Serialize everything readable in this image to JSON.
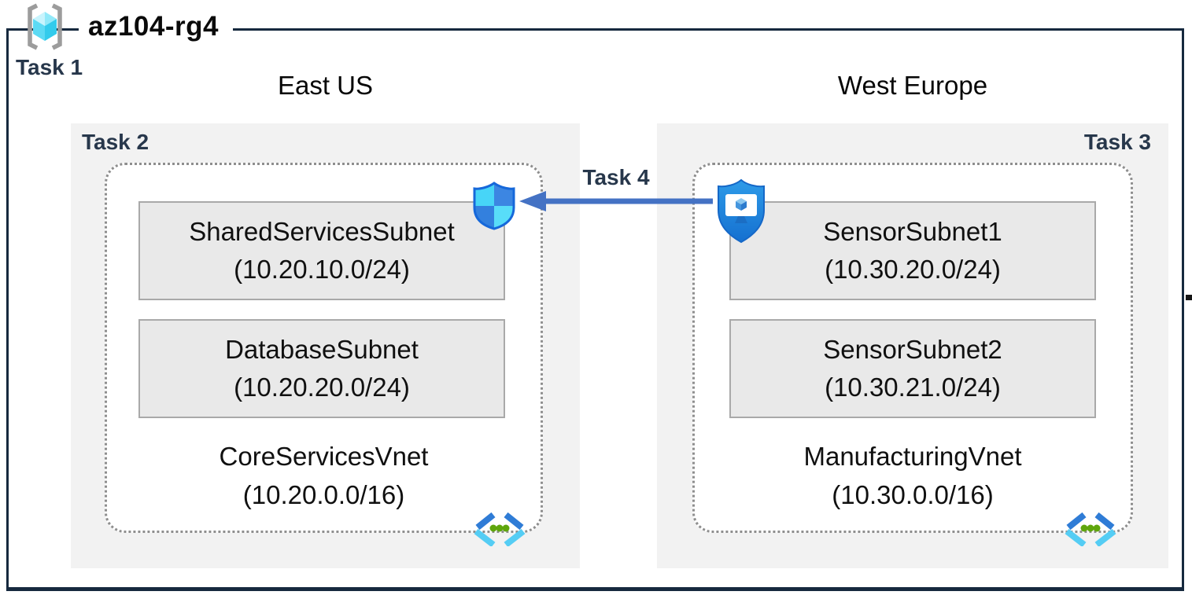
{
  "title": "az104-rg4",
  "task_labels": {
    "task1": "Task 1",
    "task2": "Task 2",
    "task3": "Task 3",
    "task4": "Task 4"
  },
  "regions": [
    {
      "name": "East US",
      "task": "Task 2",
      "vnet": {
        "name": "CoreServicesVnet",
        "cidr": "(10.20.0.0/16)",
        "subnets": [
          {
            "name": "SharedServicesSubnet",
            "cidr": "(10.20.10.0/24)"
          },
          {
            "name": "DatabaseSubnet",
            "cidr": "(10.20.20.0/24)"
          }
        ]
      }
    },
    {
      "name": "West Europe",
      "task": "Task 3",
      "vnet": {
        "name": "ManufacturingVnet",
        "cidr": "(10.30.0.0/16)",
        "subnets": [
          {
            "name": "SensorSubnet1",
            "cidr": "(10.30.20.0/24)"
          },
          {
            "name": "SensorSubnet2",
            "cidr": "(10.30.21.0/24)"
          }
        ]
      }
    }
  ],
  "icons": {
    "resource_group": "resource-group-icon",
    "defender_shield": "defender-shield-icon",
    "shield_monitor": "shield-monitor-icon",
    "vnet_peering_east": "vnet-peering-icon",
    "vnet_peering_west": "vnet-peering-icon"
  },
  "colors": {
    "frame_navy": "#16293E",
    "task_text_navy": "#27374B",
    "arrow_blue": "#4472C4",
    "region_bg": "#F2F2F2",
    "subnet_bg": "#E9E9E9",
    "dotted_border": "#8E8E8E",
    "cyan": "#47D5F7",
    "blue": "#3C86E2",
    "peering_green": "#5FA60D"
  }
}
